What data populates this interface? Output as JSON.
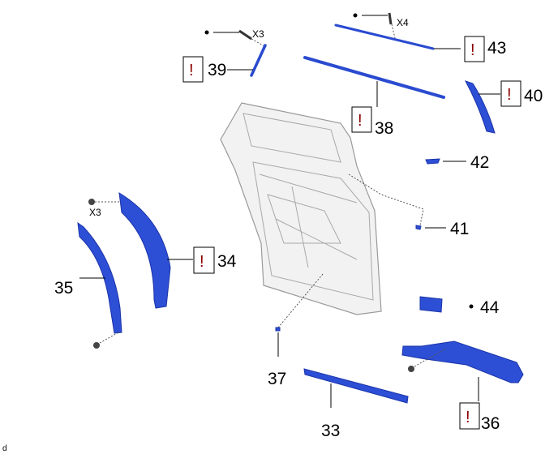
{
  "diagram": {
    "callouts": {
      "p33": "33",
      "p34": "34",
      "p35": "35",
      "p36": "36",
      "p37": "37",
      "p38": "38",
      "p39": "39",
      "p40": "40",
      "p41": "41",
      "p42": "42",
      "p43": "43",
      "p44": "44"
    },
    "quantities": {
      "q39": "X3",
      "q43": "X4",
      "q34": "X3"
    },
    "warning_symbol": "!",
    "corner_mark": "d",
    "colors": {
      "part": "#2d4fd6",
      "warning": "#8b0000",
      "frame": "#f2f2f2"
    }
  }
}
